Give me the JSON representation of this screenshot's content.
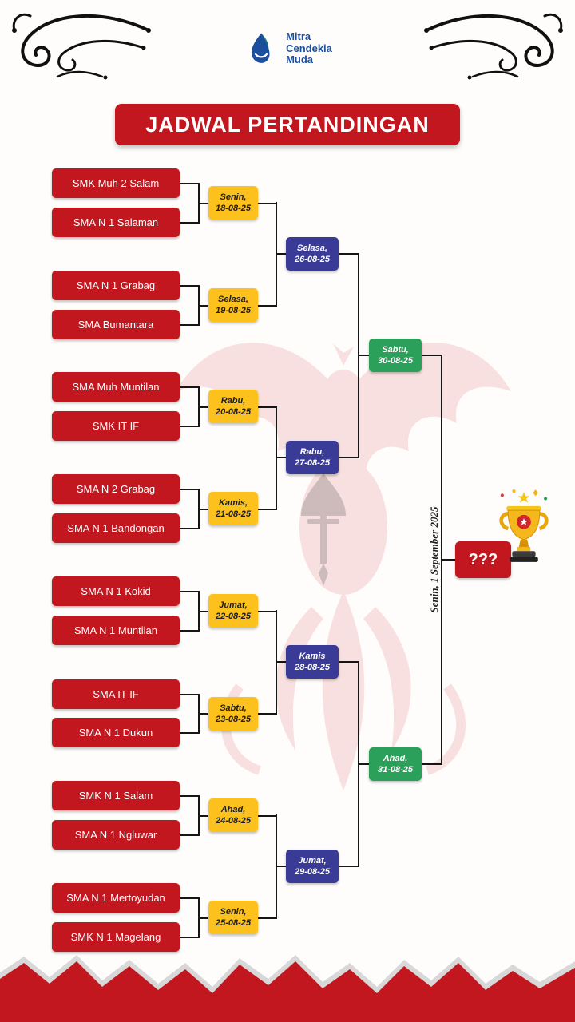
{
  "header": {
    "logo_text": [
      "Mitra",
      "Cendekia",
      "Muda"
    ],
    "title": "JADWAL PERTANDINGAN"
  },
  "bracket": {
    "round1": [
      {
        "team1": "SMK Muh 2 Salam",
        "team2": "SMA N 1 Salaman",
        "day": "Senin,",
        "date": "18-08-25"
      },
      {
        "team1": "SMA N 1 Grabag",
        "team2": "SMA Bumantara",
        "day": "Selasa,",
        "date": "19-08-25"
      },
      {
        "team1": "SMA Muh Muntilan",
        "team2": "SMK IT IF",
        "day": "Rabu,",
        "date": "20-08-25"
      },
      {
        "team1": "SMA N 2 Grabag",
        "team2": "SMA N 1 Bandongan",
        "day": "Kamis,",
        "date": "21-08-25"
      },
      {
        "team1": "SMA N 1 Kokid",
        "team2": "SMA N 1 Muntilan",
        "day": "Jumat,",
        "date": "22-08-25"
      },
      {
        "team1": "SMA IT IF",
        "team2": "SMA N 1 Dukun",
        "day": "Sabtu,",
        "date": "23-08-25"
      },
      {
        "team1": "SMK N 1 Salam",
        "team2": "SMA N 1 Ngluwar",
        "day": "Ahad,",
        "date": "24-08-25"
      },
      {
        "team1": "SMA N 1 Mertoyudan",
        "team2": "SMK N 1 Magelang",
        "day": "Senin,",
        "date": "25-08-25"
      }
    ],
    "round2": [
      {
        "day": "Selasa,",
        "date": "26-08-25"
      },
      {
        "day": "Rabu,",
        "date": "27-08-25"
      },
      {
        "day": "Kamis",
        "date": "28-08-25"
      },
      {
        "day": "Jumat,",
        "date": "29-08-25"
      }
    ],
    "round3": [
      {
        "day": "Sabtu,",
        "date": "30-08-25"
      },
      {
        "day": "Ahad,",
        "date": "31-08-25"
      }
    ],
    "final": {
      "placeholder": "???",
      "date": "Senin, 1 September 2025"
    }
  },
  "colors": {
    "red": "#c2171e",
    "yellow": "#fcc11c",
    "blue": "#3a3b96",
    "green": "#2ba05a",
    "logo_blue": "#1b4f9c"
  }
}
